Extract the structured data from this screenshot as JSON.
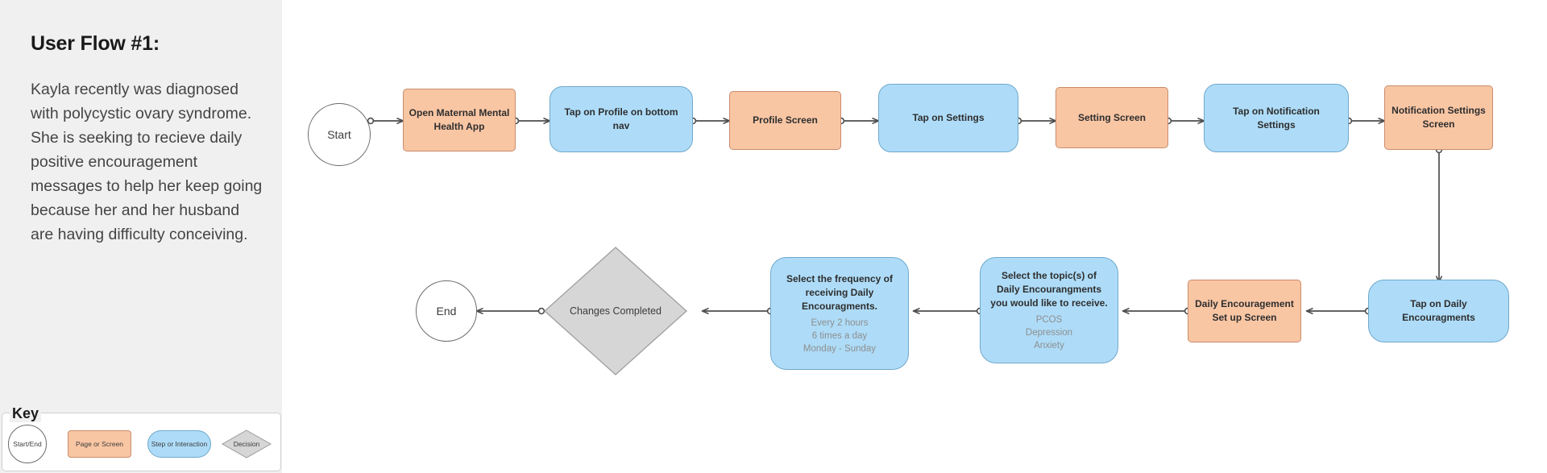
{
  "sidebar": {
    "title": "User Flow #1:",
    "description": "Kayla recently was diagnosed with polycystic ovary syndrome. She is seeking to recieve daily positive encouragement messages to help her keep going because her and her husband are having difficulty conceiving."
  },
  "key": {
    "label": "Key",
    "items": [
      {
        "name": "start-end",
        "label": "Start/End",
        "shape": "circle",
        "fill": "#ffffff",
        "stroke": "#6b6b6b"
      },
      {
        "name": "page-or-screen",
        "label": "Page or Screen",
        "shape": "rect",
        "fill": "#f9c6a4",
        "stroke": "#c98c6b"
      },
      {
        "name": "step-or-interaction",
        "label": "Step or Interaction",
        "shape": "rounded",
        "fill": "#aedcf8",
        "stroke": "#6fa8cc"
      },
      {
        "name": "decision",
        "label": "Decision",
        "shape": "diamond",
        "fill": "#d6d6d6",
        "stroke": "#9a9a9a"
      }
    ]
  },
  "colors": {
    "screen_fill": "#f9c6a4",
    "screen_stroke": "#c98c6b",
    "step_fill": "#aedcf8",
    "step_stroke": "#6fa8cc",
    "decision_fill": "#d6d6d6",
    "decision_stroke": "#9a9a9a",
    "terminal_stroke": "#6b6b6b",
    "connector": "#4d4d4d",
    "sidebar_bg": "#f0f0f0",
    "canvas_bg": "#ffffff"
  },
  "flow": {
    "nodes": [
      {
        "id": "start",
        "type": "terminal",
        "label": "Start"
      },
      {
        "id": "open-app",
        "type": "screen",
        "label": "Open Maternal Mental Health App"
      },
      {
        "id": "tap-profile",
        "type": "step",
        "label": "Tap on Profile on bottom nav"
      },
      {
        "id": "profile-screen",
        "type": "screen",
        "label": "Profile Screen"
      },
      {
        "id": "tap-settings",
        "type": "step",
        "label": "Tap on Settings"
      },
      {
        "id": "setting-screen",
        "type": "screen",
        "label": "Setting Screen"
      },
      {
        "id": "tap-notification",
        "type": "step",
        "label": "Tap on Notification Settings"
      },
      {
        "id": "notification-screen",
        "type": "screen",
        "label": "Notification Settings Screen"
      },
      {
        "id": "tap-daily",
        "type": "step",
        "label": "Tap on Daily Encouragments"
      },
      {
        "id": "daily-setup-screen",
        "type": "screen",
        "label": "Daily Encouragement Set up Screen"
      },
      {
        "id": "select-topics",
        "type": "step",
        "label": "Select the topic(s) of Daily Encourangments you would like to receive.",
        "options": [
          "PCOS",
          "Depression",
          "Anxiety"
        ]
      },
      {
        "id": "select-frequency",
        "type": "step",
        "label": "Select the frequency of receiving Daily Encouragments.",
        "options": [
          "Every 2 hours",
          "6 times a day",
          "Monday - Sunday"
        ]
      },
      {
        "id": "changes-completed",
        "type": "decision",
        "label": "Changes Completed"
      },
      {
        "id": "end",
        "type": "terminal",
        "label": "End"
      }
    ]
  }
}
